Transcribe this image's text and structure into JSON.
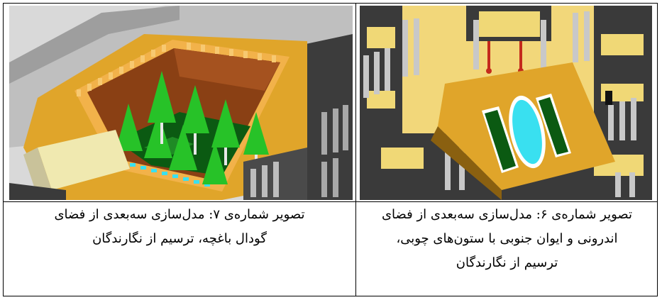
{
  "figures": [
    {
      "image_subject": "3d-model-garden-pit",
      "caption_lines": [
        "تصویر شماره‌ی ۷: مدل‌سازی سه‌بعدی از فضای",
        "گودال باغچه، ترسیم از نگارندگان"
      ]
    },
    {
      "image_subject": "3d-model-inner-court-south-iwan",
      "caption_lines": [
        "تصویر شماره‌ی ۶: مدل‌سازی سه‌بعدی از فضای",
        "اندرونی و ایوان جنوبی با ستون‌های چوبی،",
        "ترسیم از نگارندگان"
      ]
    }
  ],
  "colors": {
    "floor": "#e0a52a",
    "wall": "#3a3a3a",
    "wall_light": "#c8c8c8",
    "pit": "#8a4014",
    "tree": "#27c228",
    "pool": "#39e0f0",
    "grass": "#0b5a12",
    "cream": "#f0e9b0",
    "red_post": "#c42a1c"
  }
}
